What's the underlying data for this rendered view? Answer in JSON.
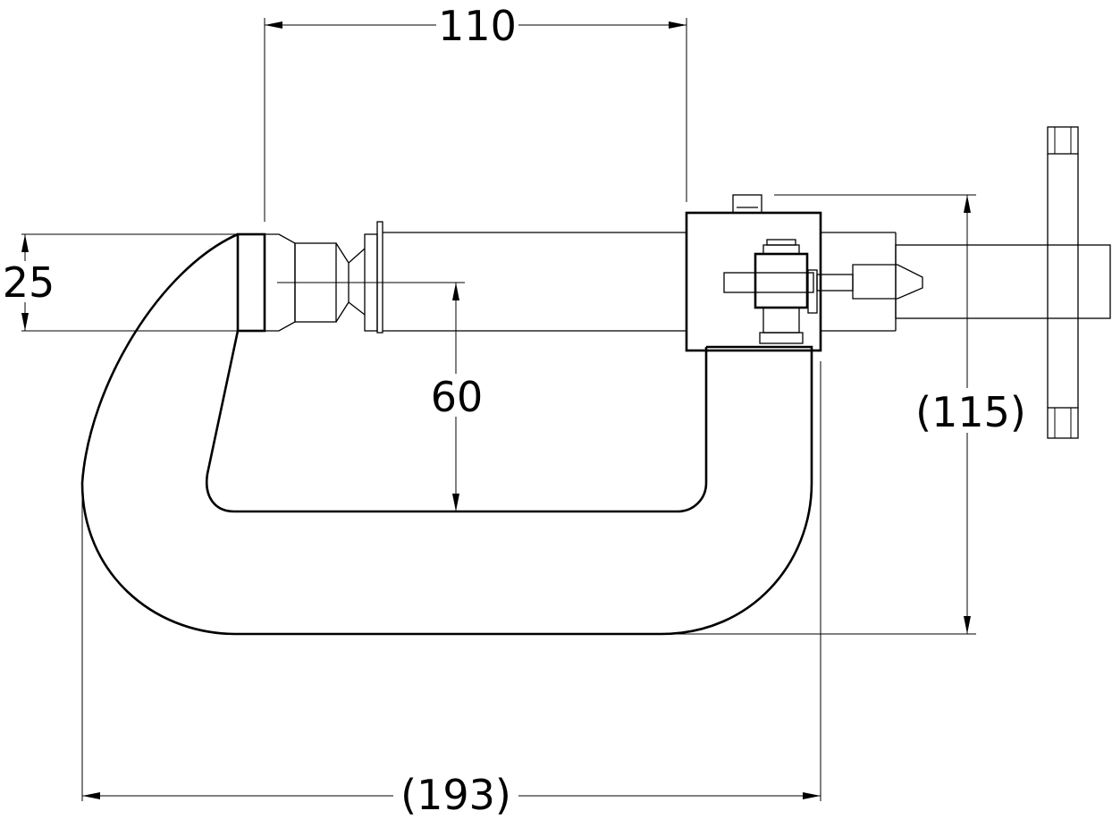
{
  "dimensions": {
    "top_width": "110",
    "jaw_height": "25",
    "throat_depth": "60",
    "overall_height": "(115)",
    "overall_width": "(193)"
  },
  "colors": {
    "line": "#000000",
    "background": "#ffffff"
  }
}
